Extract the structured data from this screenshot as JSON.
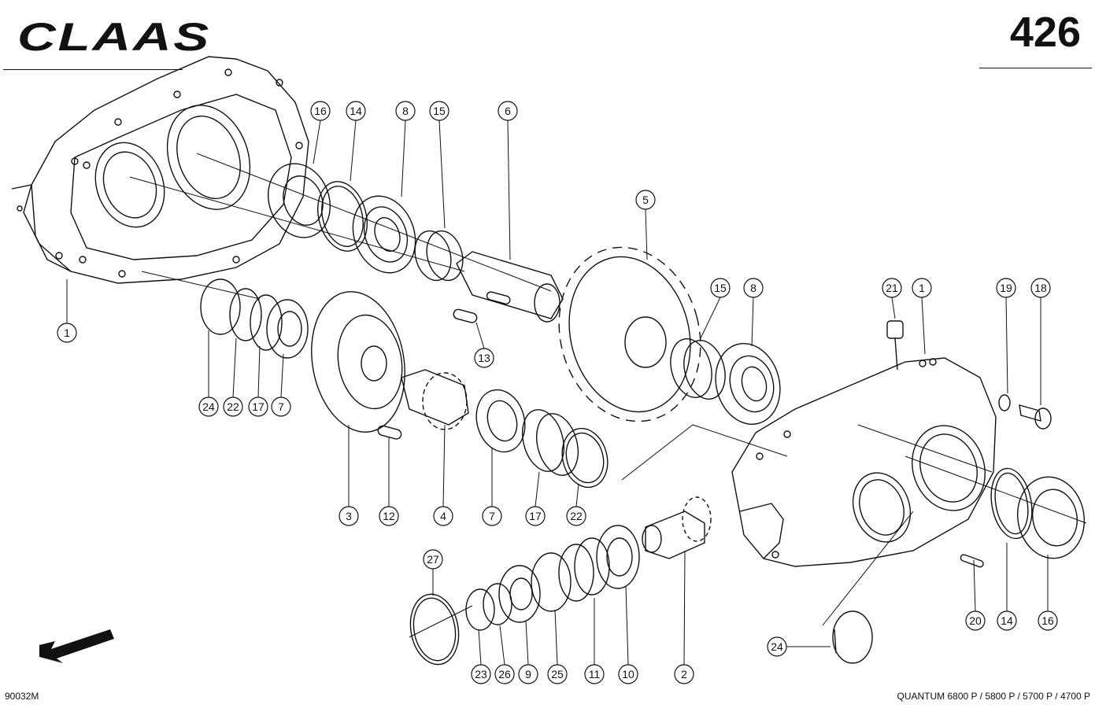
{
  "header": {
    "brand": "CLAAS",
    "page_number": "426"
  },
  "footer": {
    "drawing_code": "90032M",
    "model_line": "QUANTUM 6800 P / 5800 P / 5700 P / 4700 P"
  },
  "callouts": [
    {
      "label": "16"
    },
    {
      "label": "14"
    },
    {
      "label": "8"
    },
    {
      "label": "15"
    },
    {
      "label": "6"
    },
    {
      "label": "5"
    },
    {
      "label": "15"
    },
    {
      "label": "8"
    },
    {
      "label": "21"
    },
    {
      "label": "1"
    },
    {
      "label": "19"
    },
    {
      "label": "18"
    },
    {
      "label": "1"
    },
    {
      "label": "13"
    },
    {
      "label": "24"
    },
    {
      "label": "22"
    },
    {
      "label": "17"
    },
    {
      "label": "7"
    },
    {
      "label": "3"
    },
    {
      "label": "12"
    },
    {
      "label": "4"
    },
    {
      "label": "7"
    },
    {
      "label": "17"
    },
    {
      "label": "22"
    },
    {
      "label": "27"
    },
    {
      "label": "23"
    },
    {
      "label": "26"
    },
    {
      "label": "9"
    },
    {
      "label": "25"
    },
    {
      "label": "11"
    },
    {
      "label": "10"
    },
    {
      "label": "2"
    },
    {
      "label": "20"
    },
    {
      "label": "14"
    },
    {
      "label": "16"
    },
    {
      "label": "24"
    }
  ]
}
